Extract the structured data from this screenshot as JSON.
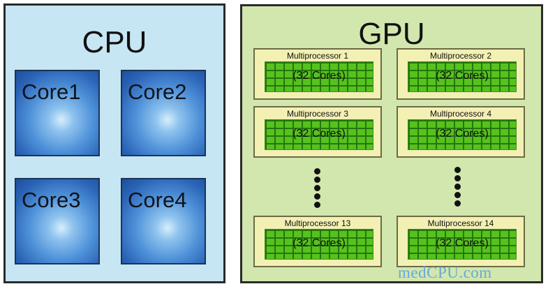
{
  "cpu": {
    "title": "CPU",
    "cores": [
      "Core1",
      "Core2",
      "Core3",
      "Core4"
    ]
  },
  "gpu": {
    "title": "GPU",
    "multiprocessors": [
      {
        "label": "Multiprocessor 1",
        "cores": "(32 Cores)"
      },
      {
        "label": "Multiprocessor 2",
        "cores": "(32 Cores)"
      },
      {
        "label": "Multiprocessor 3",
        "cores": "(32 Cores)"
      },
      {
        "label": "Multiprocessor 4",
        "cores": "(32 Cores)"
      },
      {
        "label": "Multiprocessor 13",
        "cores": "(32 Cores)"
      },
      {
        "label": "Multiprocessor 14",
        "cores": "(32 Cores)"
      }
    ]
  },
  "watermark": "medCPU.com",
  "colors": {
    "cpu_panel": "#c7e6f3",
    "gpu_panel": "#d2e7ad",
    "core_blue": "#2a63b6",
    "mp_background": "#f3f0b4",
    "grid_green": "#56c21e",
    "watermark": "#66a9dc"
  }
}
